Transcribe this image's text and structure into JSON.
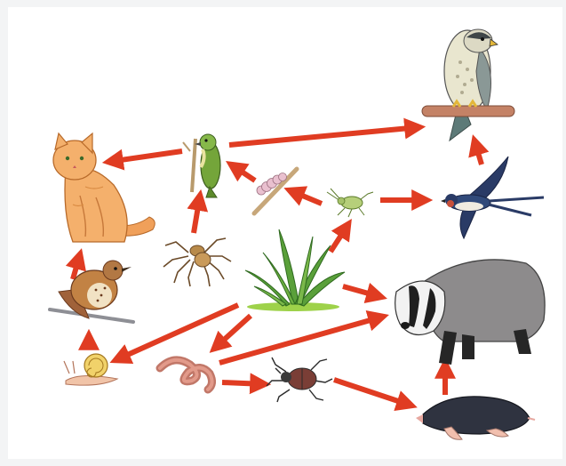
{
  "diagram": {
    "type": "food-web",
    "arrow_color": "#e03c22",
    "organisms": [
      {
        "id": "hawk",
        "icon": "hawk-icon"
      },
      {
        "id": "cat",
        "icon": "cat-icon"
      },
      {
        "id": "green-bird",
        "icon": "green-bird-icon"
      },
      {
        "id": "caterpillar",
        "icon": "caterpillar-icon"
      },
      {
        "id": "aphid",
        "icon": "aphid-icon"
      },
      {
        "id": "swallow",
        "icon": "swallow-icon"
      },
      {
        "id": "spider",
        "icon": "spider-icon"
      },
      {
        "id": "grass",
        "icon": "grass-plant-icon"
      },
      {
        "id": "thrush",
        "icon": "thrush-icon"
      },
      {
        "id": "badger",
        "icon": "badger-icon"
      },
      {
        "id": "snail",
        "icon": "snail-icon"
      },
      {
        "id": "worm",
        "icon": "earthworm-icon"
      },
      {
        "id": "beetle",
        "icon": "beetle-icon"
      },
      {
        "id": "mole",
        "icon": "mole-icon"
      }
    ],
    "arrows": [
      {
        "from": "green-bird",
        "to": "cat"
      },
      {
        "from": "green-bird",
        "to": "hawk"
      },
      {
        "from": "caterpillar",
        "to": "green-bird"
      },
      {
        "from": "aphid",
        "to": "caterpillar"
      },
      {
        "from": "aphid",
        "to": "swallow"
      },
      {
        "from": "swallow",
        "to": "hawk"
      },
      {
        "from": "grass",
        "to": "aphid"
      },
      {
        "from": "spider",
        "to": "green-bird"
      },
      {
        "from": "thrush",
        "to": "cat"
      },
      {
        "from": "snail",
        "to": "thrush"
      },
      {
        "from": "grass",
        "to": "snail"
      },
      {
        "from": "grass",
        "to": "worm"
      },
      {
        "from": "grass",
        "to": "badger"
      },
      {
        "from": "worm",
        "to": "badger"
      },
      {
        "from": "worm",
        "to": "beetle"
      },
      {
        "from": "beetle",
        "to": "mole"
      },
      {
        "from": "mole",
        "to": "badger"
      }
    ]
  }
}
